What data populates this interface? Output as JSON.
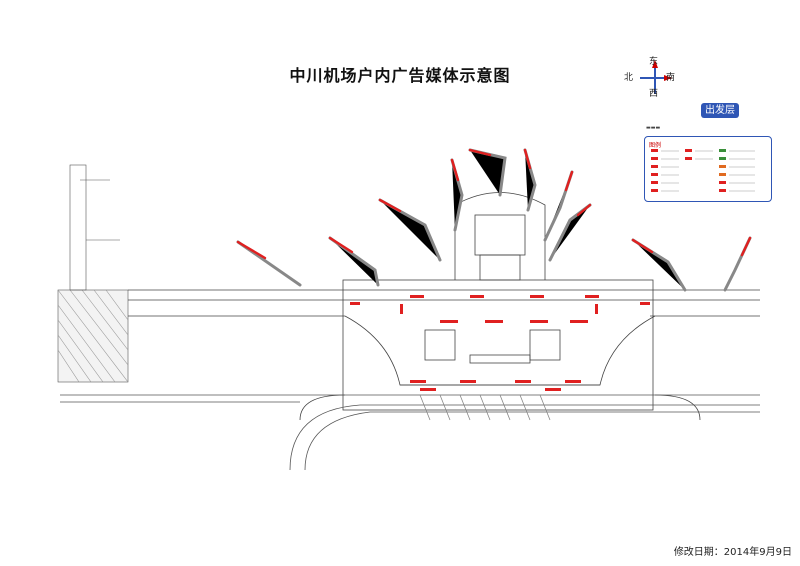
{
  "title": "中川机场户内广告媒体示意图",
  "floor_label": "出发层",
  "compass": {
    "north": "北",
    "east": "东",
    "south": "南",
    "west": "西"
  },
  "legend": {
    "heading": "图例"
  },
  "footer": "修改日期：2014年9月9日",
  "colors": {
    "accent": "#2f56b5",
    "ad_media": "#e02020",
    "line": "#555555"
  }
}
